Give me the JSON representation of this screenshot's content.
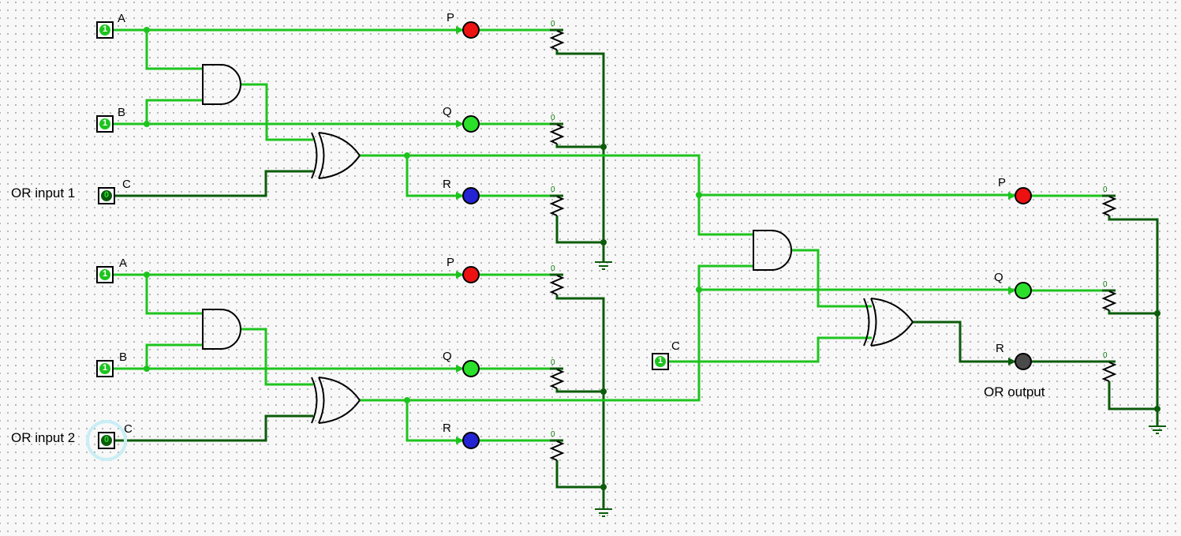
{
  "app": {
    "description": "Digital logic circuit simulator canvas"
  },
  "colors": {
    "wire_on": "#1ec41e",
    "wire_off": "#0b5c0b",
    "gate_outline": "#000000",
    "canvas_bg": "#f8f8f8",
    "selection_halo": "#c9eef5"
  },
  "pins": [
    {
      "id": "block1-a",
      "label": "A",
      "value": "1",
      "circle_color": "#1ec41e",
      "digit_color": "#ffffff"
    },
    {
      "id": "block1-b",
      "label": "B",
      "value": "1",
      "circle_color": "#1ec41e",
      "digit_color": "#ffffff"
    },
    {
      "id": "block1-c",
      "label": "C",
      "value": "0",
      "circle_color": "#0b5c0b",
      "digit_color": "#2ae02a"
    },
    {
      "id": "block2-a",
      "label": "A",
      "value": "1",
      "circle_color": "#1ec41e",
      "digit_color": "#ffffff"
    },
    {
      "id": "block2-b",
      "label": "B",
      "value": "1",
      "circle_color": "#1ec41e",
      "digit_color": "#ffffff"
    },
    {
      "id": "block2-c",
      "label": "C",
      "value": "0",
      "circle_color": "#0b5c0b",
      "digit_color": "#2ae02a",
      "selected": true
    },
    {
      "id": "stage2-c",
      "label": "C",
      "value": "1",
      "circle_color": "#1ec41e",
      "digit_color": "#ffffff"
    }
  ],
  "leds": [
    {
      "id": "block1-p",
      "label": "P",
      "color": "#ee1111",
      "state": "on"
    },
    {
      "id": "block1-q",
      "label": "Q",
      "color": "#2ae02a",
      "state": "on"
    },
    {
      "id": "block1-r",
      "label": "R",
      "color": "#2323d4",
      "state": "on"
    },
    {
      "id": "block2-p",
      "label": "P",
      "color": "#ee1111",
      "state": "on"
    },
    {
      "id": "block2-q",
      "label": "Q",
      "color": "#2ae02a",
      "state": "on"
    },
    {
      "id": "block2-r",
      "label": "R",
      "color": "#2323d4",
      "state": "on"
    },
    {
      "id": "out-p",
      "label": "P",
      "color": "#ee1111",
      "state": "on"
    },
    {
      "id": "out-q",
      "label": "Q",
      "color": "#2ae02a",
      "state": "on"
    },
    {
      "id": "out-r",
      "label": "R",
      "color": "#4a4a4a",
      "state": "off"
    }
  ],
  "captions": {
    "or_input_1": "OR input 1",
    "or_input_2": "OR input 2",
    "or_output": "OR output"
  },
  "resistors": [
    {
      "value": "0"
    },
    {
      "value": "0"
    },
    {
      "value": "0"
    },
    {
      "value": "0"
    },
    {
      "value": "0"
    },
    {
      "value": "0"
    },
    {
      "value": "0"
    },
    {
      "value": "0"
    },
    {
      "value": "0"
    }
  ]
}
